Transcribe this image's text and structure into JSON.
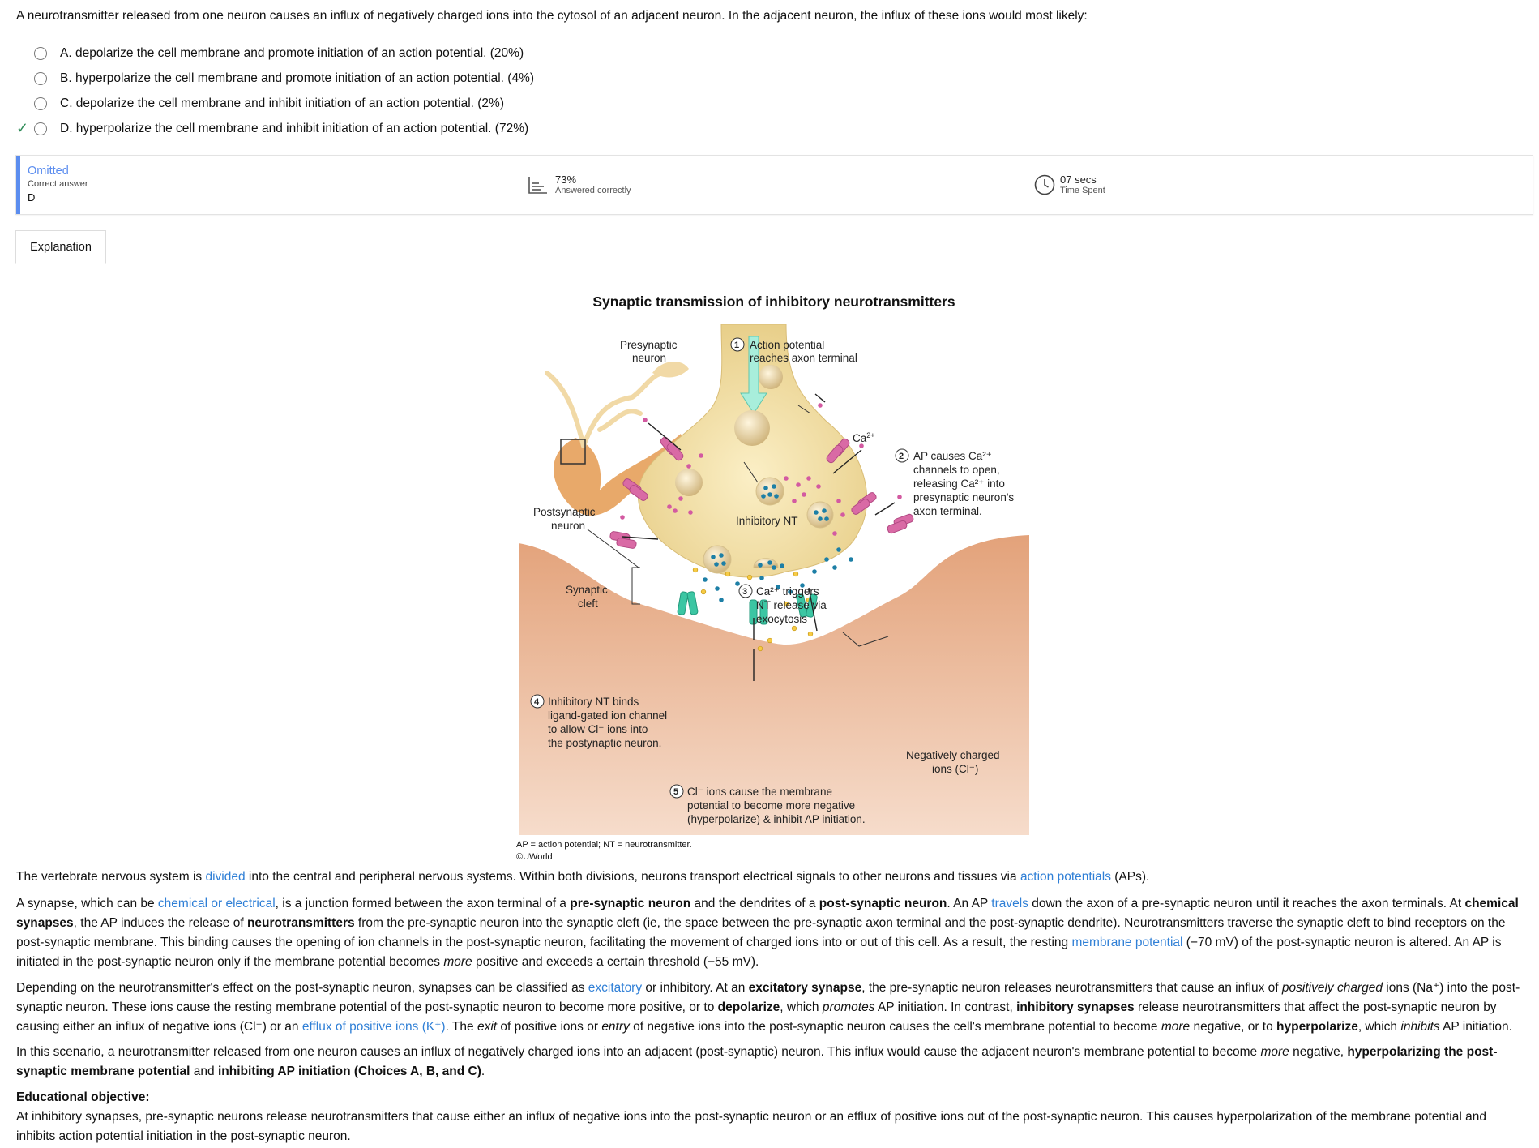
{
  "question": {
    "stem": "A neurotransmitter released from one neuron causes an influx of negatively charged ions into the cytosol of an adjacent neuron.  In the adjacent neuron, the influx of these ions would most likely:",
    "choices": [
      {
        "text": "A. depolarize the cell membrane and promote initiation of an action potential.  (20%)",
        "correct": false
      },
      {
        "text": "B. hyperpolarize the cell membrane and promote initiation of an action potential.  (4%)",
        "correct": false
      },
      {
        "text": "C. depolarize the cell membrane and inhibit initiation of an action potential.  (2%)",
        "correct": false
      },
      {
        "text": "D. hyperpolarize the cell membrane and inhibit initiation of an action potential.  (72%)",
        "correct": true
      }
    ]
  },
  "stats": {
    "status": "Omitted",
    "correct_answer_label": "Correct answer",
    "correct_answer": "D",
    "percent": "73%",
    "percent_label": "Answered correctly",
    "time": "07 secs",
    "time_label": "Time Spent",
    "accent_color": "#5b8def"
  },
  "tabs": {
    "explanation": "Explanation"
  },
  "figure": {
    "title": "Synaptic transmission of inhibitory neurotransmitters",
    "labels": {
      "presynaptic_1": "Presynaptic",
      "presynaptic_2": "neuron",
      "postsynaptic_1": "Postsynaptic",
      "postsynaptic_2": "neuron",
      "cleft_1": "Synaptic",
      "cleft_2": "cleft",
      "ca": "Ca",
      "ca_sup": "2+",
      "inhibitory_nt": "Inhibitory NT",
      "neg_ions_1": "Negatively charged",
      "neg_ions_2": "ions (Cl⁻)"
    },
    "steps": {
      "s1": {
        "num": "1",
        "l1": "Action potential",
        "l2": "reaches axon terminal"
      },
      "s2": {
        "num": "2",
        "l1": "AP causes Ca²⁺",
        "l2": "channels to open,",
        "l3": "releasing Ca²⁺ into",
        "l4": "presynaptic neuron's",
        "l5": "axon terminal."
      },
      "s3": {
        "num": "3",
        "l1": "Ca²⁺ triggers",
        "l2": "NT release via",
        "l3": "exocytosis"
      },
      "s4": {
        "num": "4",
        "l1": "Inhibitory NT binds",
        "l2": "ligand-gated ion channel",
        "l3": "to allow Cl⁻ ions into",
        "l4": "the postynaptic neuron."
      },
      "s5": {
        "num": "5",
        "l1": "Cl⁻ ions cause the membrane",
        "l2": "potential to become more negative",
        "l3": "(hyperpolarize) & inhibit AP initiation."
      }
    },
    "caption_1": "AP = action potential; NT = neurotransmitter.",
    "caption_2": "©UWorld"
  },
  "explanation": {
    "p1": {
      "a": "The vertebrate nervous system is ",
      "link1": "divided",
      "b": " into the central and peripheral nervous systems.  Within both divisions, neurons transport electrical signals to other neurons and tissues via ",
      "link2": "action potentials",
      "c": " (APs)."
    },
    "p2": {
      "a": "A synapse, which can be ",
      "link1": "chemical or electrical",
      "b": ", is a junction formed between the axon terminal of a ",
      "bold1": "pre-synaptic neuron",
      "c": " and the dendrites of a ",
      "bold2": "post-synaptic neuron",
      "d": ".  An AP ",
      "link2": "travels",
      "e": " down the axon of a pre-synaptic neuron until it reaches the axon terminals.  At ",
      "bold3": "chemical synapses",
      "f": ", the AP induces the release of ",
      "bold4": "neurotransmitters",
      "g": " from the pre-synaptic neuron into the synaptic cleft (ie, the space between the pre-synaptic axon terminal and the post-synaptic dendrite).  Neurotransmitters traverse the synaptic cleft to bind receptors on the post-synaptic membrane.  This binding causes the opening of ion channels in the post-synaptic neuron, facilitating the movement of charged ions into or out of this cell.  As a result, the resting ",
      "link3": "membrane potential",
      "h": " (−70 mV) of the post-synaptic neuron is altered.  An AP is initiated in the post-synaptic neuron only if the membrane potential becomes ",
      "ital1": "more",
      "i": " positive and exceeds a certain threshold (−55 mV)."
    },
    "p3": {
      "a": "Depending on the neurotransmitter's effect on the post-synaptic neuron, synapses can be classified as ",
      "link1": "excitatory",
      "b": " or inhibitory.  At an ",
      "bold1": "excitatory synapse",
      "c": ", the pre-synaptic neuron releases neurotransmitters that cause an influx of ",
      "ital1": "positively charged",
      "d": " ions (Na⁺) into the post-synaptic neuron.  These ions cause the resting membrane potential of the post-synaptic neuron to become more positive, or to ",
      "bold2": "depolarize",
      "e": ", which ",
      "ital2": "promotes",
      "f": " AP initiation.  In contrast, ",
      "bold3": "inhibitory synapses",
      "g": " release neurotransmitters that affect the post-synaptic neuron by causing either an influx of negative ions (Cl⁻) or an ",
      "link2": "efflux of positive ions (K⁺)",
      "h": ".  The ",
      "ital3": "exit",
      "i": " of positive ions or ",
      "ital4": "entry",
      "j": " of negative ions into the post-synaptic neuron causes the cell's membrane potential to become ",
      "ital5": "more",
      "k": " negative, or to ",
      "bold4": "hyperpolarize",
      "l": ", which ",
      "ital6": "inhibits",
      "m": " AP initiation."
    },
    "p4": {
      "a": "In this scenario, a neurotransmitter released from one neuron causes an influx of negatively charged ions into an adjacent (post-synaptic) neuron.  This influx would cause the adjacent neuron's membrane potential to become ",
      "ital1": "more",
      "b": " negative, ",
      "bold1": "hyperpolarizing the post-synaptic membrane potential",
      "c": " and ",
      "bold2": "inhibiting AP initiation (Choices A, B, and C)",
      "d": "."
    },
    "objective_title": "Educational objective:",
    "objective": "At inhibitory synapses, pre-synaptic neurons release neurotransmitters that cause either an influx of negative ions into the post-synaptic neuron or an efflux of positive ions out of the post-synaptic neuron.  This causes hyperpolarization of the membrane potential and inhibits action potential initiation in the post-synaptic neuron."
  }
}
